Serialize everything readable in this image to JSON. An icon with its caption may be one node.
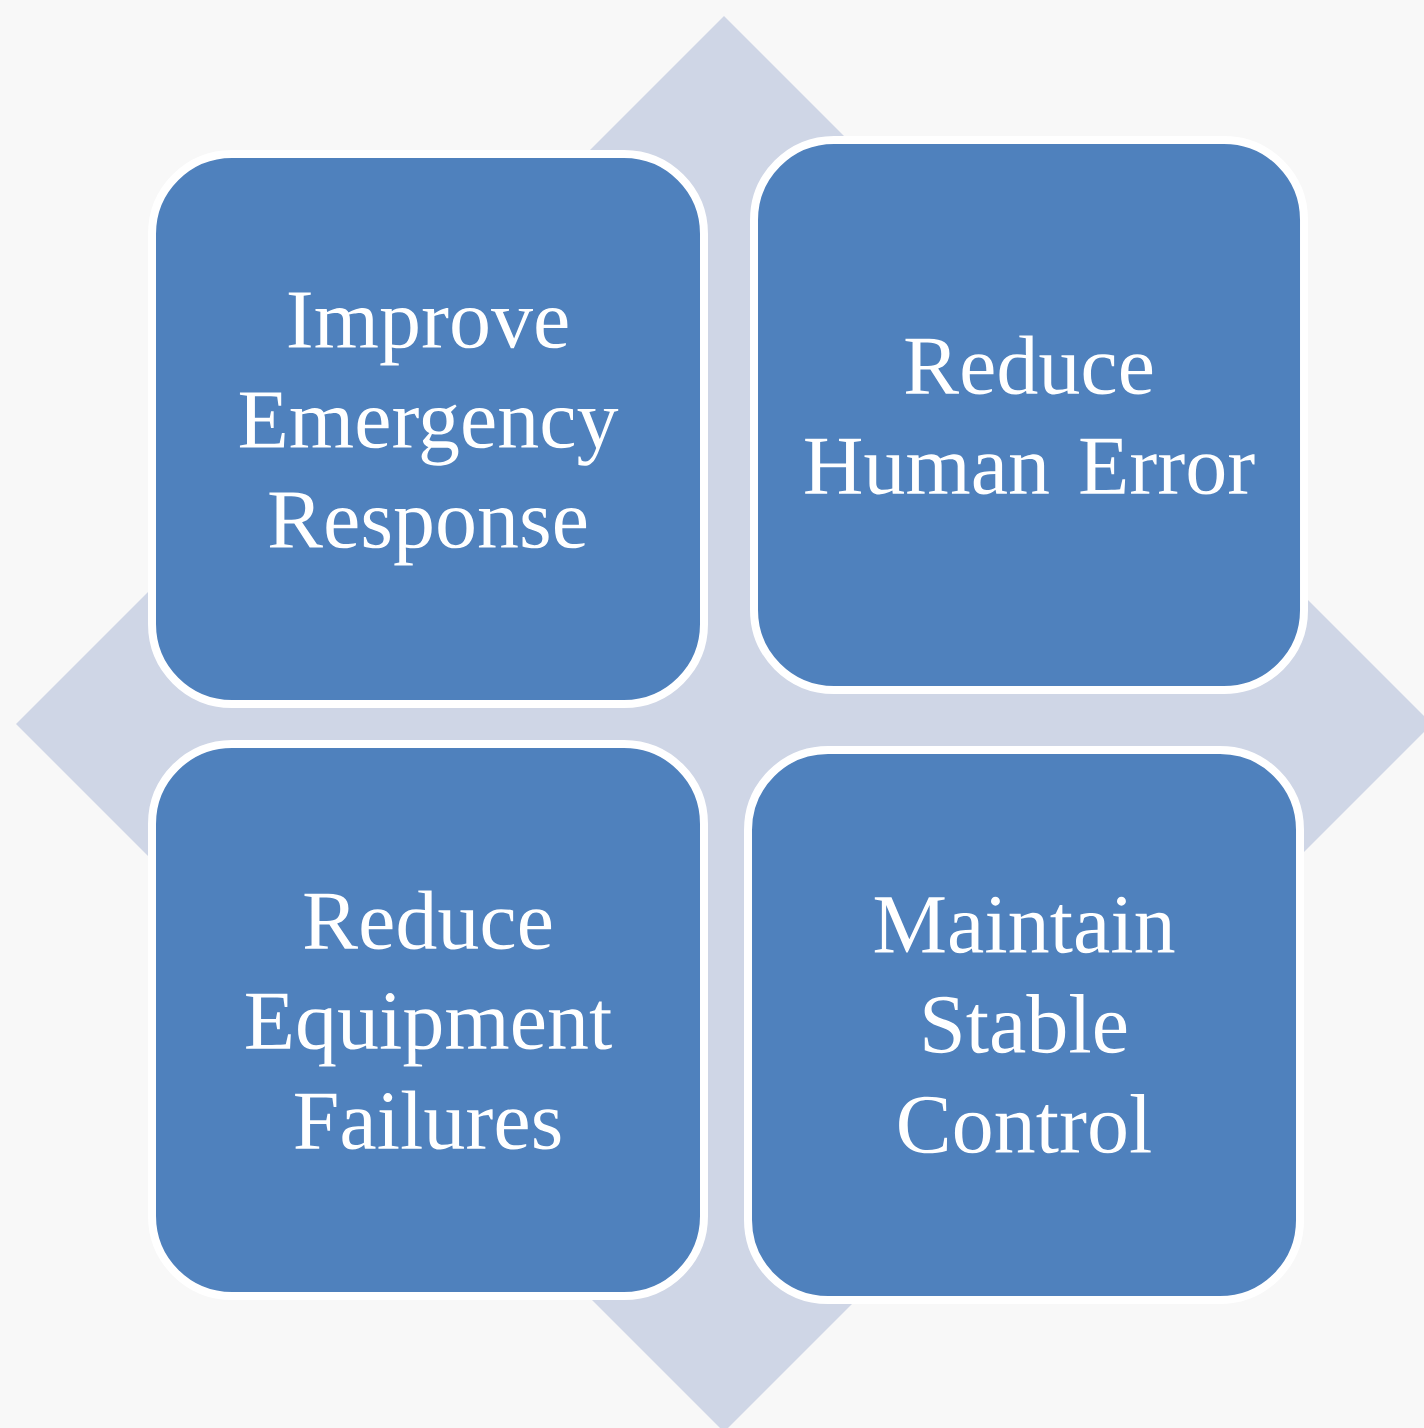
{
  "diagram": {
    "nodes": [
      {
        "text": [
          "Improve Emergency Response"
        ]
      },
      {
        "text": [
          "Reduce Human Error"
        ]
      },
      {
        "text": [
          "Reduce Equipment Failures"
        ]
      },
      {
        "text": [
          "Maintain Stable Control"
        ]
      }
    ]
  }
}
